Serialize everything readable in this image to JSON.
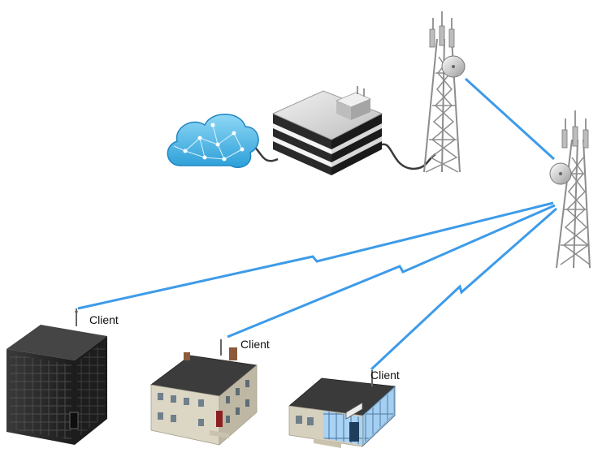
{
  "colors": {
    "link": "#3d9be9",
    "cable": "#3a3a3a",
    "cloud": "#4fb6e6",
    "tower": "#8d8d8d",
    "office": "#2f2f2f",
    "roof": "#3c3c3c",
    "house_wall": "#dcd6c4",
    "door": "#8c1f1f",
    "glass": "#9ecbf0"
  },
  "icons": {
    "cloud": "internet-cloud-icon",
    "router": "server-router-icon",
    "tower": "radio-tower-icon",
    "office": "office-building-icon",
    "house": "house-icon",
    "shop": "storefront-icon"
  },
  "clients": [
    {
      "label": "Client"
    },
    {
      "label": "Client"
    },
    {
      "label": "Client"
    }
  ]
}
